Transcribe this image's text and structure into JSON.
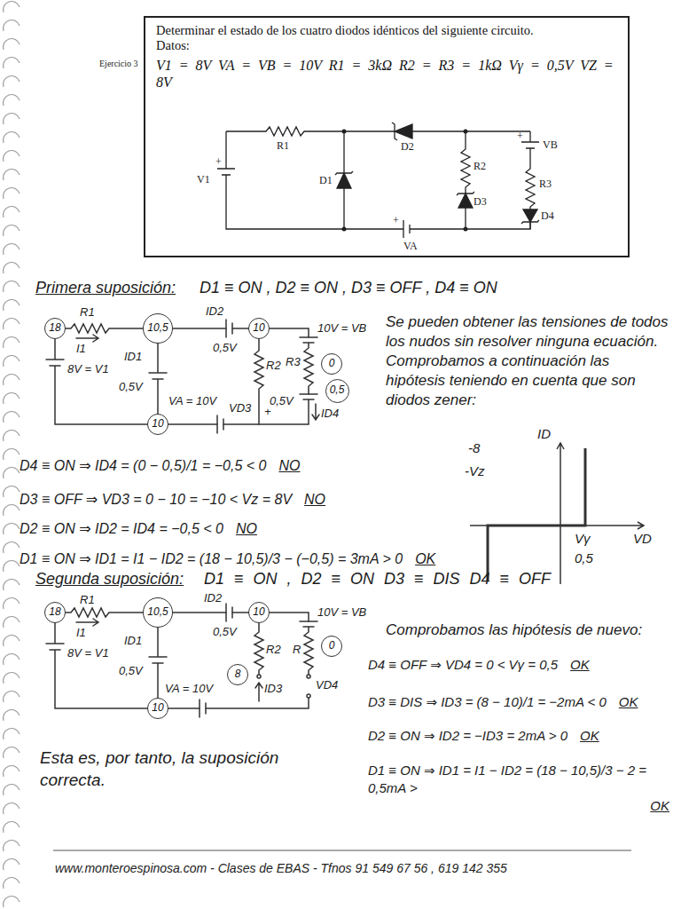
{
  "diagram": {
    "nodes": [
      {
        "text": [
          "Determinar el estado de los cuatro diodos idénticos del siguiente circuito.",
          "Datos:",
          "V1 = 8V VA = VB = 10V R1 = 3kΩ R2 = R3 = 1kΩ Vγ = 0,5V VZ = 8V"
        ]
      },
      {
        "text": [
          "18"
        ]
      },
      {
        "text": [
          "10,5"
        ]
      },
      {
        "text": [
          "10"
        ]
      },
      {
        "text": [
          "0"
        ]
      },
      {
        "text": [
          "0,5"
        ]
      },
      {
        "text": [
          "10"
        ]
      },
      {
        "text": [
          "18"
        ]
      },
      {
        "text": [
          "10,5"
        ]
      },
      {
        "text": [
          "10"
        ]
      },
      {
        "text": [
          "0"
        ]
      },
      {
        "text": [
          "8"
        ]
      },
      {
        "text": [
          "10"
        ]
      }
    ],
    "labels": [
      "Ejercicio 3",
      "R1",
      "D2",
      "+",
      "VB",
      "R2",
      "D3",
      "R3",
      "D4",
      "V1",
      "+",
      "D1",
      "VA",
      "+",
      "Primera suposición:",
      "D1 ≡ ON , D2 ≡ ON , D3 ≡ OFF , D4 ≡ ON",
      "R1",
      "I1",
      "8V = V1",
      "ID1",
      "0,5V",
      "ID2",
      "0,5V",
      "R2",
      "10V = VB",
      "R3",
      "VA = 10V",
      "VD3",
      "+",
      "0,5V",
      "ID4",
      "Se pueden obtener las tensiones de todos los nudos sin resolver ninguna ecuación. Comprobamos a continuación las hipótesis teniendo en cuenta que son diodos zener:",
      "ID",
      "-8",
      "-Vz",
      "Vγ",
      "0,5",
      "VD",
      "D4 ≡ ON ⇒ ID4 = (0 − 0,5)/1 = −0,5 < 0",
      "NO",
      "D3 ≡ OFF ⇒ VD3 = 0 − 10 = −10 < Vz = 8V",
      "NO",
      "D2 ≡ ON ⇒ ID2 = ID4 = −0,5 < 0",
      "NO",
      "D1 ≡ ON ⇒ ID1 = I1 − ID2 = (18 − 10,5)/3 − (−0,5) = 3mA > 0",
      "OK",
      "Segunda suposición:",
      "D1 ≡ ON , D2 ≡ ON D3 ≡ DIS D4 ≡ OFF",
      "R1",
      "I1",
      "8V = V1",
      "ID1",
      "0,5V",
      "ID2",
      "0,5V",
      "R2",
      "10V = VB",
      "R",
      "VA = 10V",
      "ID3",
      "VD4",
      "Comprobamos las hipótesis de nuevo:",
      "D4 ≡ OFF ⇒ VD4 = 0 < Vγ = 0,5",
      "OK",
      "D3 ≡ DIS ⇒ ID3 = (8 − 10)/1 = −2mA < 0",
      "OK",
      "D2 ≡ ON ⇒ ID2 = −ID3 = 2mA > 0",
      "OK",
      "D1 ≡ ON ⇒ ID1 = I1 − ID2 = (18 − 10,5)/3 − 2 = 0,5mA >",
      "OK",
      "Esta es, por tanto, la suposición correcta.",
      "www.monteroespinosa.com - Clases de EBAS - Tfnos 91 549 67 56 , 619 142 355"
    ]
  }
}
